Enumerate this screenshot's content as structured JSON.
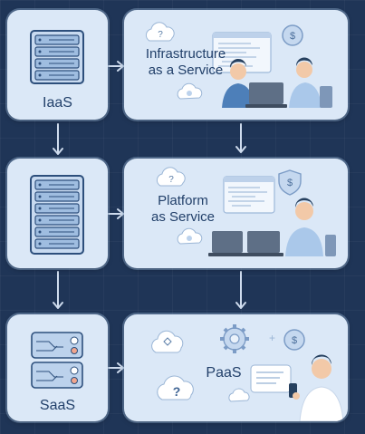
{
  "rows": [
    {
      "left_label": "IaaS",
      "right_title_line1": "Infrastructure",
      "right_title_line2": "as a Service"
    },
    {
      "right_title_line1": "Platform",
      "right_title_line2": "as Service"
    },
    {
      "left_label": "SaaS",
      "right_title": "PaaS"
    }
  ],
  "icons": {
    "cloud_glyph": "?",
    "coin_glyph": "$"
  },
  "colors": {
    "background": "#1f3557",
    "card": "#dbe8f7",
    "text": "#22406a",
    "arrow": "#cfdcee"
  }
}
